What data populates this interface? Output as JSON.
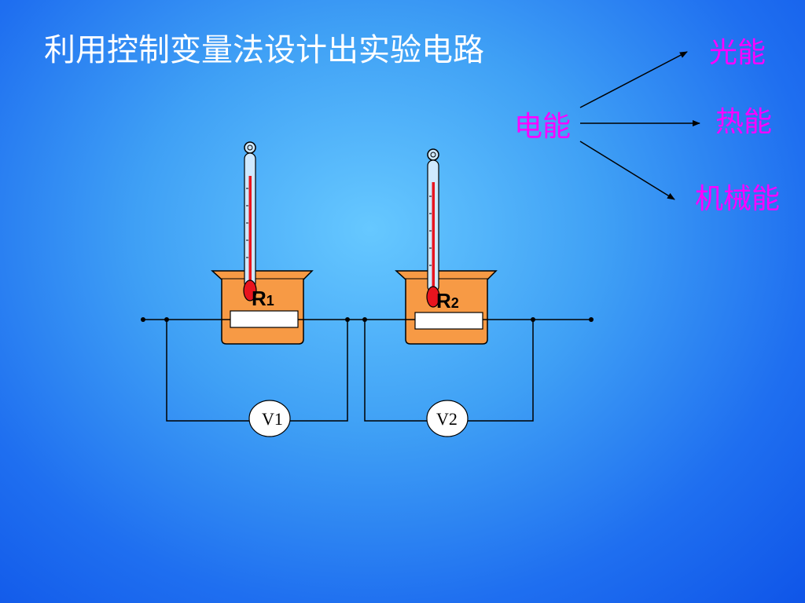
{
  "slide": {
    "title": "利用控制变量法设计出实验电路"
  },
  "energy": {
    "source": "电能",
    "outputs": [
      "光能",
      "热能",
      "机械能"
    ]
  },
  "resistors": [
    {
      "letter": "R",
      "subscript": "1"
    },
    {
      "letter": "R",
      "subscript": "2"
    }
  ],
  "voltmeters": [
    "V1",
    "V2"
  ],
  "colors": {
    "background_center": "#66c8ff",
    "background_edge": "#0f55e8",
    "title_text": "#ffffff",
    "energy_text": "#ff00ff",
    "beaker_fill": "#f79a45",
    "thermometer_bulb": "#e8141e",
    "wire": "#000000",
    "resistor_fill": "#ffffff"
  }
}
